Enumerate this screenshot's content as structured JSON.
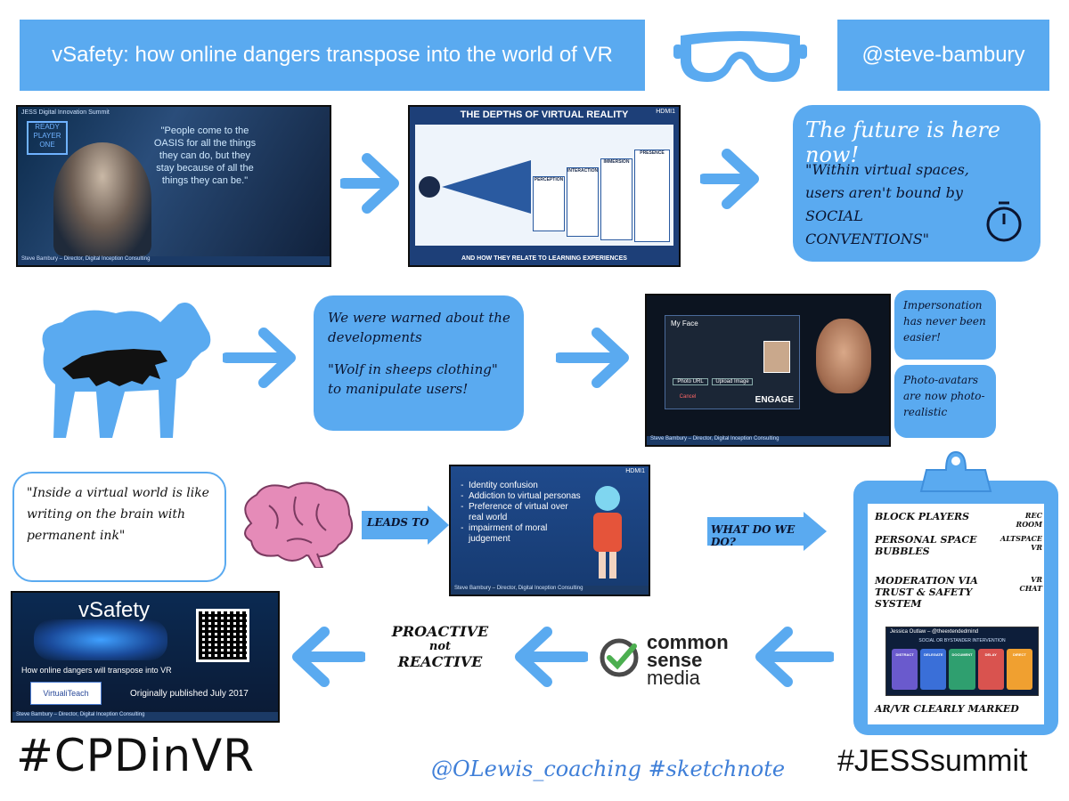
{
  "header": {
    "title": "vSafety: how online dangers transpose into the world of VR",
    "handle": "@steve-bambury"
  },
  "row1": {
    "quote_slide": {
      "event": "JESS Digital Innovation Summit",
      "quote": "\"People come to the OASIS for all the things they can do, but they stay because of all the things they can be.\"",
      "footer": "Steve Bambury – Director, Digital Inception Consulting"
    },
    "depth_slide": {
      "title": "THE DEPTHS OF VIRTUAL REALITY",
      "stages": [
        "PERCEPTION",
        "INTERACTION",
        "IMMERSION",
        "PRESENCE"
      ],
      "footer": "AND HOW THEY RELATE TO LEARNING EXPERIENCES",
      "hdmi": "HDMI1"
    },
    "note": {
      "heading": "The future is here now!",
      "body": "\"Within virtual spaces, users aren't bound by SOCIAL CONVENTIONS\""
    }
  },
  "row2": {
    "note": {
      "line1": "We were warned about the developments",
      "line2": "\"Wolf in sheeps clothing\" to manipulate users!"
    },
    "engage_slide": {
      "brand": "ENGAGE",
      "panel": "My Face",
      "btn1": "Photo URL",
      "btn2": "Upload Image",
      "btn3": "Cancel",
      "footer": "Steve Bambury – Director, Digital Inception Consulting"
    },
    "side_note1": "Impersonation has never been easier!",
    "side_note2": "Photo-avatars are now photo-realistic"
  },
  "row3": {
    "note": "\"Inside a virtual world is like writing on the brain with permanent ink\"",
    "leads_label": "LEADS TO",
    "list_slide": {
      "items": [
        "Identity confusion",
        "Addiction to virtual personas",
        "Preference of virtual over real world",
        "impairment of moral judgement"
      ],
      "hdmi": "HDMI1",
      "footer": "Steve Bambury – Director, Digital Inception Consulting"
    },
    "question_label": "WHAT DO WE DO?"
  },
  "clipboard": {
    "items": [
      {
        "text": "BLOCK PLAYERS",
        "tag": "REC ROOM"
      },
      {
        "text": "PERSONAL SPACE BUBBLES",
        "tag": "ALTSPACE VR"
      },
      {
        "text": "MODERATION VIA TRUST & SAFETY SYSTEM",
        "tag": "VR CHAT"
      }
    ],
    "slide_caption": "Jessica Outlaw – @theextendedmind",
    "slide_title": "SOCIAL OR BYSTANDER INTERVENTION",
    "slide_cards": [
      "DISTRACT",
      "DELEGATE",
      "DOCUMENT",
      "DELAY",
      "DIRECT"
    ],
    "card_colors": [
      "#6a5acd",
      "#3a6fd8",
      "#2f9f6f",
      "#d9534f",
      "#f0a030"
    ],
    "last": "AR/VR CLEARLY MARKED"
  },
  "row4": {
    "vsafety_slide": {
      "title": "vSafety",
      "subtitle": "How online dangers will transpose into VR",
      "brand": "VirtualiTeach",
      "published": "Originally published July 2017",
      "footer": "Steve Bambury – Director, Digital Inception Consulting"
    },
    "proactive": [
      "PROACTIVE",
      "not",
      "REACTIVE"
    ],
    "csm": [
      "common",
      "sense",
      "media"
    ]
  },
  "footer": {
    "left_tag": "#CPDinVR",
    "credit": "@OLewis_coaching #sketchnote",
    "right_tag": "#JESSsummit"
  }
}
